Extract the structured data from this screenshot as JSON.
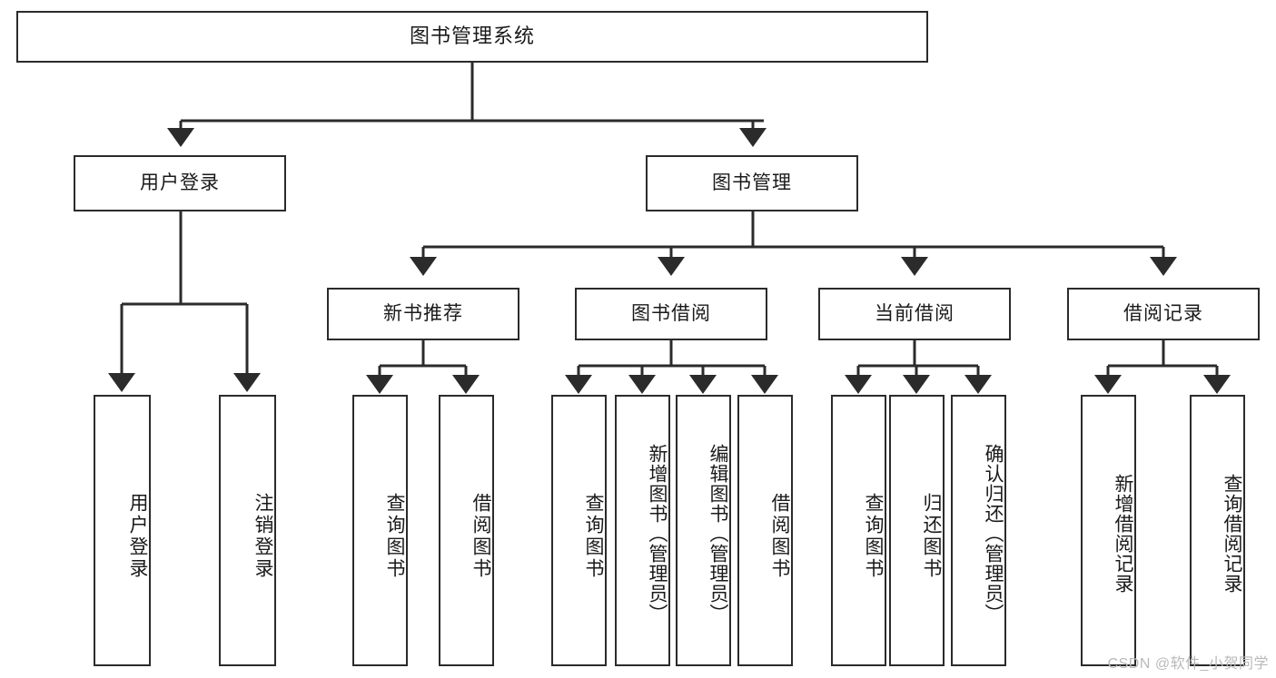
{
  "diagram": {
    "title": "图书管理系统",
    "type": "tree-hierarchy",
    "root": {
      "label": "图书管理系统"
    },
    "level2": [
      {
        "label": "用户登录"
      },
      {
        "label": "图书管理"
      }
    ],
    "level3": [
      {
        "label": "新书推荐"
      },
      {
        "label": "图书借阅"
      },
      {
        "label": "当前借阅"
      },
      {
        "label": "借阅记录"
      }
    ],
    "leaves": {
      "user_login": [
        {
          "label": "用户登录"
        },
        {
          "label": "注销登录"
        }
      ],
      "new_book_recommend": [
        {
          "label": "查询图书"
        },
        {
          "label": "借阅图书"
        }
      ],
      "book_borrow": [
        {
          "label": "查询图书"
        },
        {
          "label": "新增图书（管理员）"
        },
        {
          "label": "编辑图书（管理员）"
        },
        {
          "label": "借阅图书"
        }
      ],
      "current_borrow": [
        {
          "label": "查询图书"
        },
        {
          "label": "归还图书"
        },
        {
          "label": "确认归还（管理员）"
        }
      ],
      "borrow_record": [
        {
          "label": "新增借阅记录"
        },
        {
          "label": "查询借阅记录"
        }
      ]
    }
  },
  "watermark": {
    "text": "CSDN @软件_小贺同学"
  },
  "colors": {
    "box_border": "#2b2b2b",
    "box_fill": "#ffffff",
    "text": "#1a1a1a",
    "connector": "#2b2b2b",
    "watermark": "#b9b9b9"
  }
}
